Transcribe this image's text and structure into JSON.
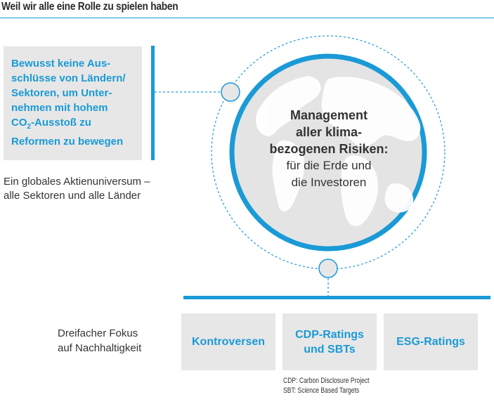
{
  "title": "Weil wir alle eine Rolle zu spielen haben",
  "left_box": {
    "text_lines": [
      "Bewusst keine Aus-",
      "schlüsse von Ländern/",
      "Sektoren, um Unter-",
      "nehmen mit hohem"
    ],
    "co2_prefix": "CO",
    "co2_sub": "2",
    "co2_suffix": "-Ausstoß zu",
    "last_line": "Reformen zu bewegen"
  },
  "left_caption": {
    "line1": "Ein globales Aktienuniversum –",
    "line2": "alle Sektoren und alle Länder"
  },
  "center": {
    "bold_line1": "Management",
    "bold_line2": "aller klima-",
    "bold_line3": "bezogenen Risiken:",
    "line4": "für die Erde und",
    "line5": "die Investoren"
  },
  "focus": {
    "label_line1": "Dreifacher Fokus",
    "label_line2": "auf Nachhaltigkeit",
    "boxes": [
      {
        "line1": "Kontroversen",
        "line2": ""
      },
      {
        "line1": "CDP-Ratings",
        "line2": "und SBTs"
      },
      {
        "line1": "ESG-Ratings",
        "line2": ""
      }
    ]
  },
  "footnote": {
    "line1": "CDP: Carbon Disclosure Project",
    "line2": "SBT: Science Based Targets"
  },
  "colors": {
    "accent": "#1a9ad6",
    "box_gray": "#e7e7e7",
    "circle_fill": "#e4e4e4",
    "text": "#333333"
  },
  "icons": {
    "globe": "world-map-icon"
  }
}
